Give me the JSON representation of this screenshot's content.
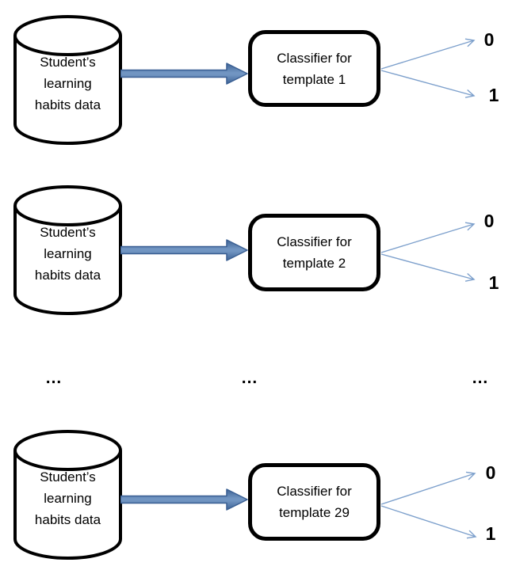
{
  "diagram": {
    "database": {
      "line1": "Student’s",
      "line2": "learning",
      "line3": "habits data"
    },
    "classifier_line1": "Classifier for",
    "rows": [
      {
        "classifier_line2": "template 1",
        "output_top": "0",
        "output_bottom": "1"
      },
      {
        "classifier_line2": "template 2",
        "output_top": "0",
        "output_bottom": "1"
      },
      {
        "classifier_line2": "template 29",
        "output_top": "0",
        "output_bottom": "1"
      }
    ],
    "ellipsis": {
      "left": "...",
      "middle": "...",
      "right": "..."
    },
    "colors": {
      "thick_arrow_fill": "#4f81bd",
      "thick_arrow_border": "#3a5f93",
      "thin_arrow": "#7da0cc",
      "shape_border": "#000000",
      "text": "#000000",
      "background": "#ffffff"
    }
  }
}
